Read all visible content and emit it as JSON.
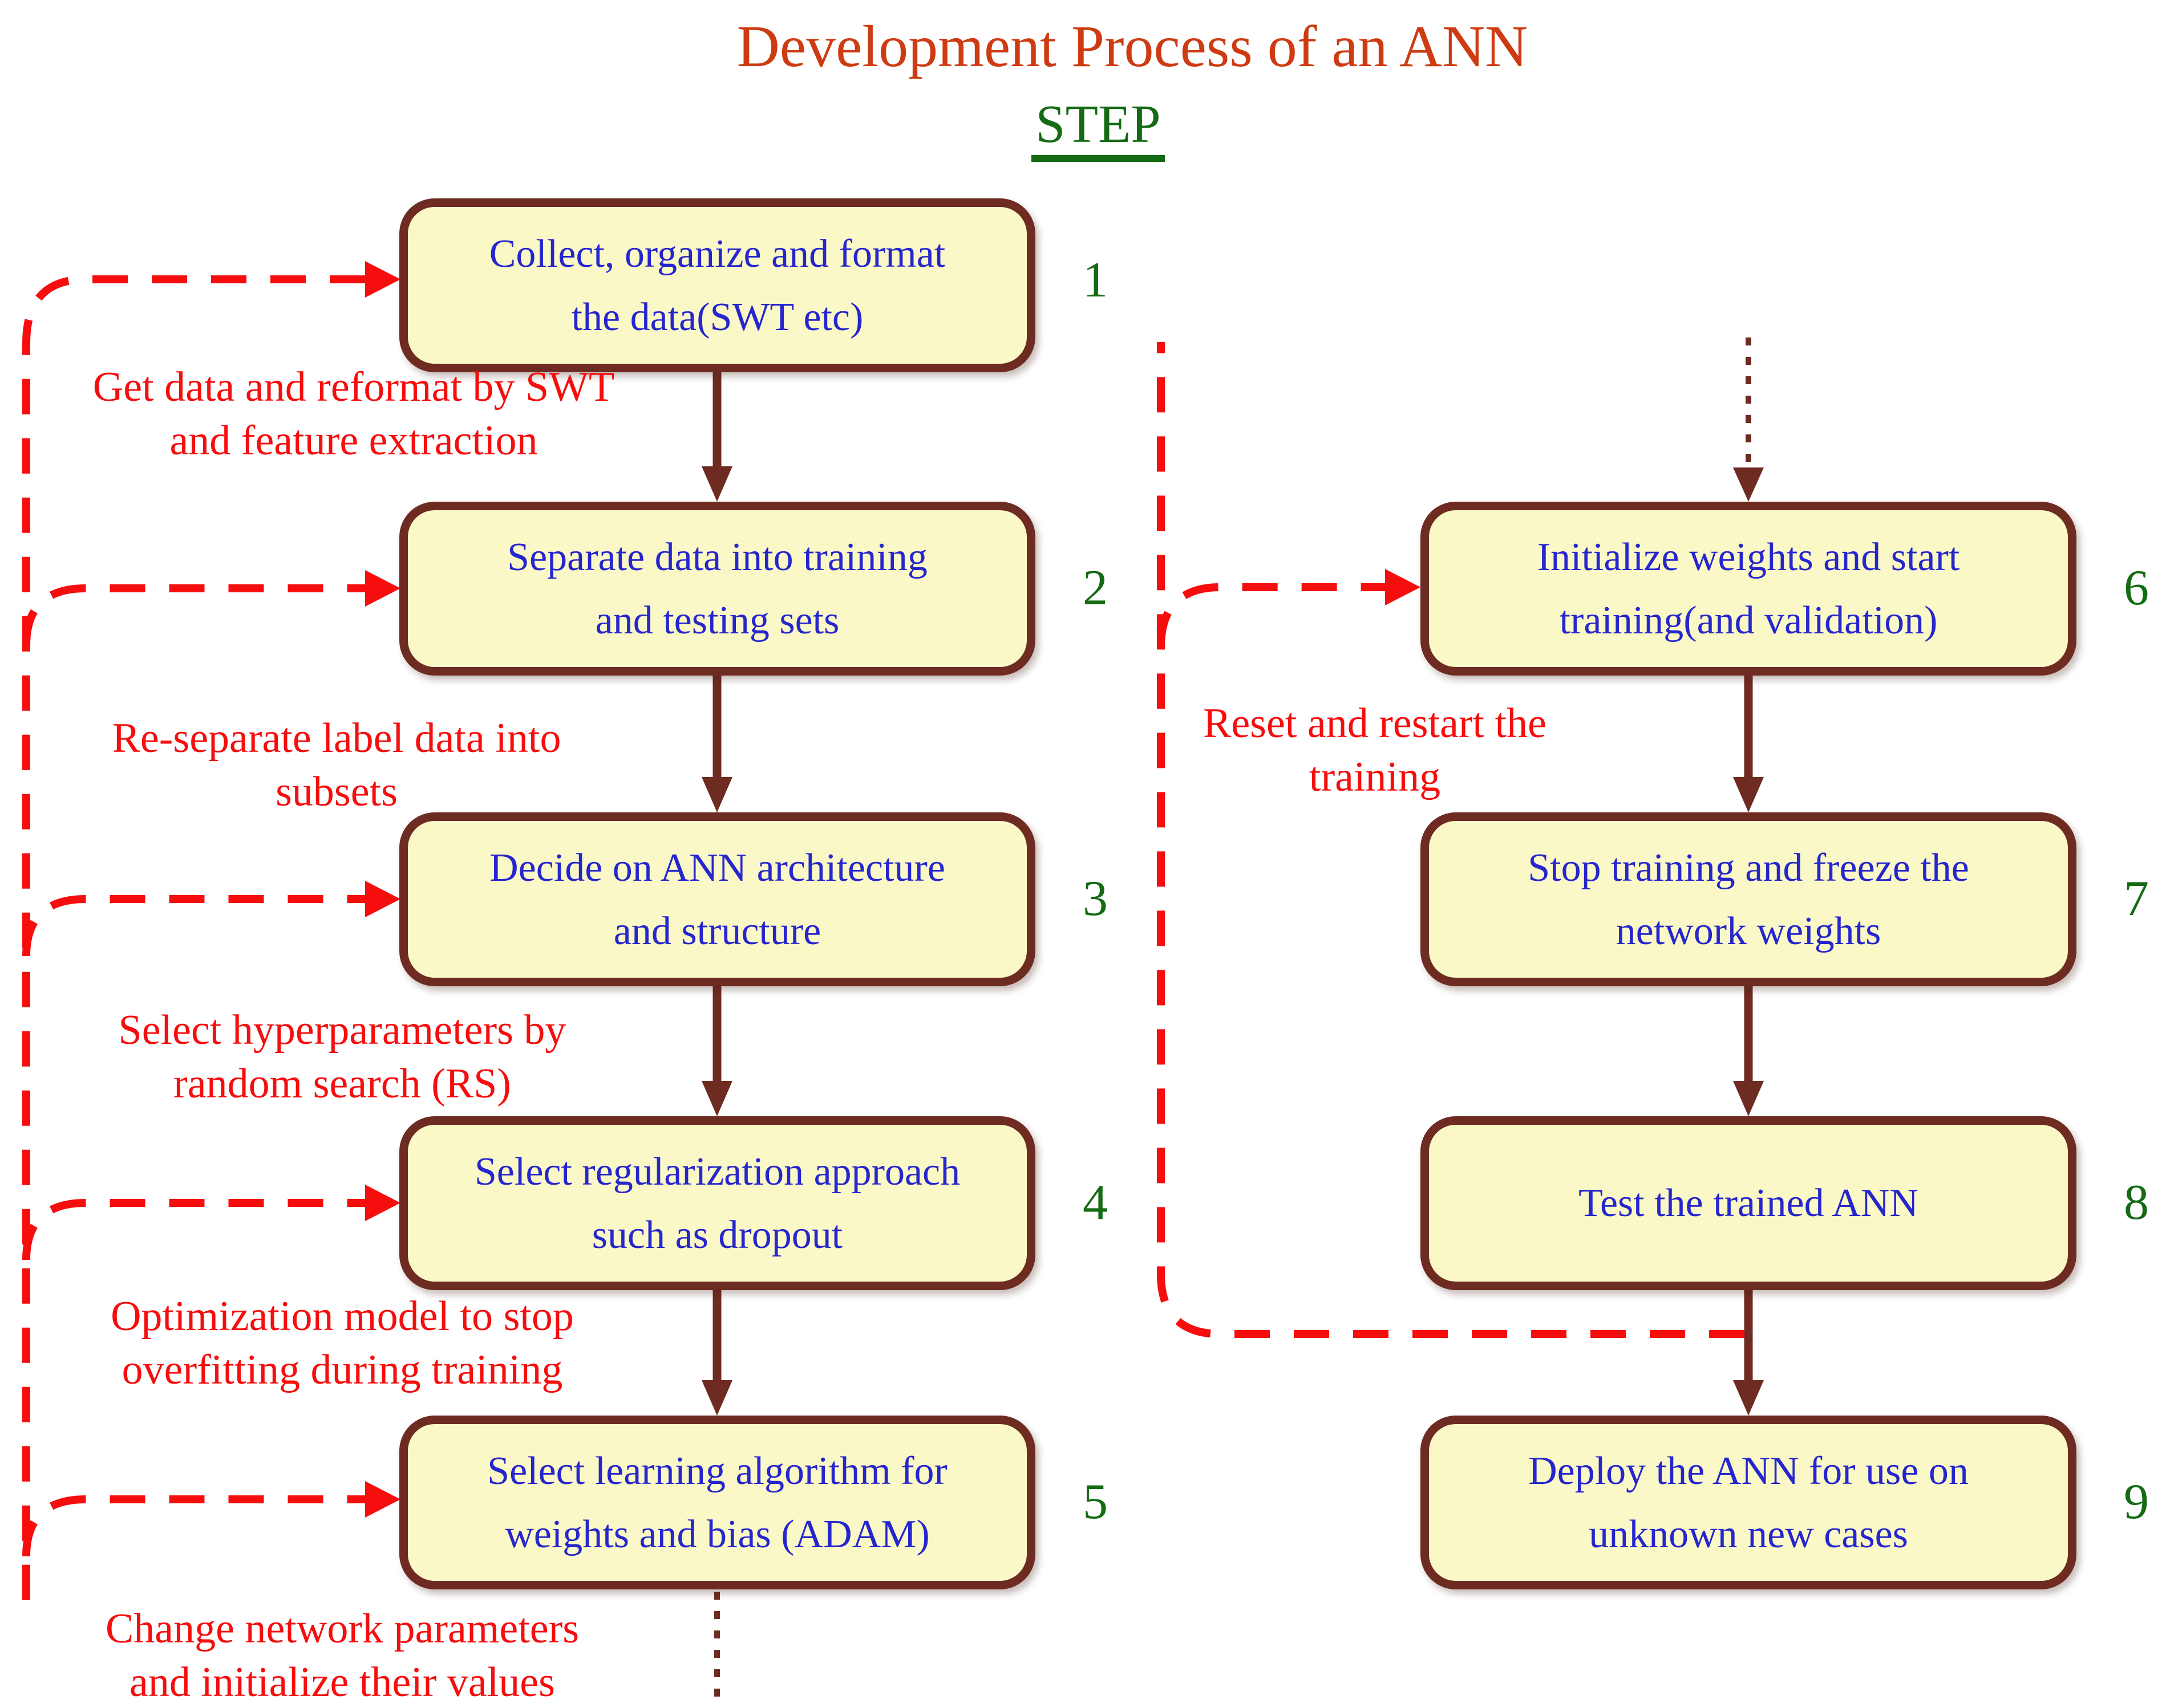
{
  "title": "Development Process of an ANN",
  "step_header": "STEP",
  "colors": {
    "title_color": "#ce3b12",
    "step_green": "#146b14",
    "box_fill": "#fbf8c8",
    "box_border": "#6e2b22",
    "box_text": "#2626cd",
    "arrow_brown": "#6e2b22",
    "feedback_red": "#f60d0d"
  },
  "boxes": [
    {
      "number": "1",
      "lines": [
        "Collect, organize and format",
        "the data(SWT etc)"
      ]
    },
    {
      "number": "2",
      "lines": [
        "Separate data into training",
        "and testing sets"
      ]
    },
    {
      "number": "3",
      "lines": [
        "Decide on ANN architecture",
        "and structure"
      ]
    },
    {
      "number": "4",
      "lines": [
        "Select regularization approach",
        "such as dropout"
      ]
    },
    {
      "number": "5",
      "lines": [
        "Select learning algorithm for",
        "weights and bias (ADAM)"
      ]
    },
    {
      "number": "6",
      "lines": [
        "Initialize weights and start",
        "training(and validation)"
      ]
    },
    {
      "number": "7",
      "lines": [
        "Stop training and freeze the",
        "network weights"
      ]
    },
    {
      "number": "8",
      "lines": [
        "Test the trained ANN"
      ]
    },
    {
      "number": "9",
      "lines": [
        "Deploy the ANN for use on",
        "unknown new cases"
      ]
    }
  ],
  "annotations": [
    {
      "lines": [
        "Get data and reformat by SWT",
        "and feature extraction"
      ]
    },
    {
      "lines": [
        "Re-separate label data into",
        "subsets"
      ]
    },
    {
      "lines": [
        "Select hyperparameters by",
        "random search (RS)"
      ]
    },
    {
      "lines": [
        "Optimization model to stop",
        "overfitting during training"
      ]
    },
    {
      "lines": [
        "Change network parameters",
        "and initialize their values"
      ]
    },
    {
      "lines": [
        "Reset and restart the",
        "training"
      ]
    }
  ]
}
